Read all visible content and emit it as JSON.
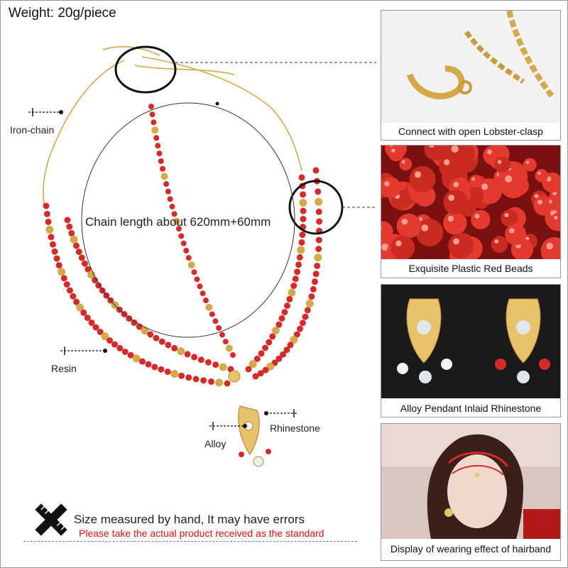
{
  "header": {
    "weight": "Weight: 20g/piece"
  },
  "diagram": {
    "chain_length": "Chain length about 620mm+60mm",
    "labels": {
      "iron_chain": "Iron-chain",
      "resin": "Resin",
      "rhinestone": "Rhinestone",
      "alloy": "Alloy"
    }
  },
  "panels": [
    {
      "caption": "Connect with open Lobster-clasp"
    },
    {
      "caption": "Exquisite Plastic Red Beads"
    },
    {
      "caption": "Alloy Pendant Inlaid Rhinestone"
    },
    {
      "caption": "Display of wearing effect of hairband"
    }
  ],
  "notes": {
    "line1": "Size measured by hand, It may have errors",
    "line2": "Please take the actual product received as the standard"
  },
  "colors": {
    "bead_red": "#d42a2a",
    "gold": "#d4a94a",
    "note_red": "#e01010"
  }
}
